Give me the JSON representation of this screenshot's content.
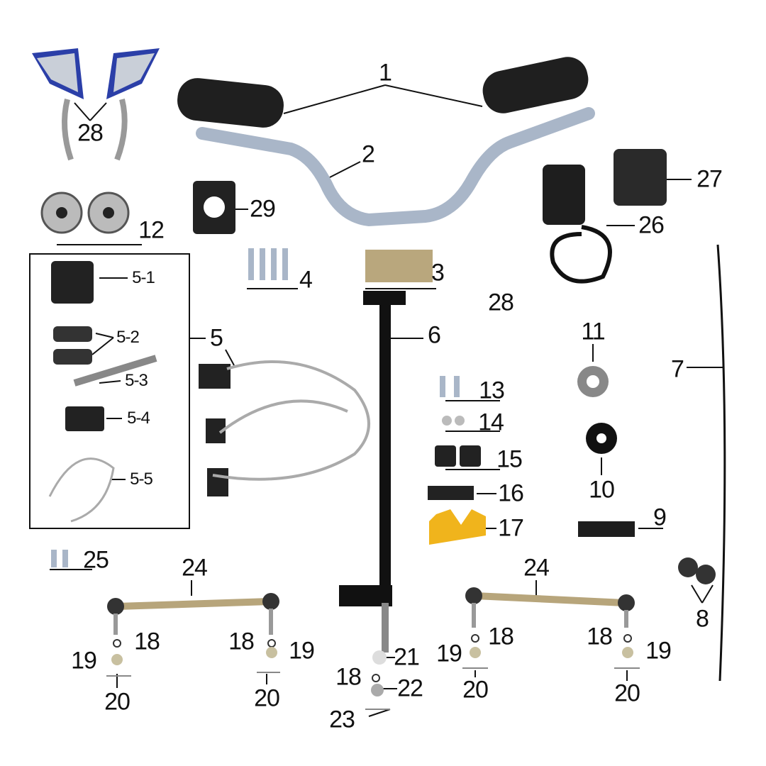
{
  "labels": [
    "1",
    "28",
    "2",
    "29",
    "27",
    "26",
    "12",
    "4",
    "3",
    "28",
    "5-1",
    "5",
    "6",
    "11",
    "7",
    "5-2",
    "5-3",
    "13",
    "14",
    "5-4",
    "15",
    "10",
    "5-5",
    "16",
    "9",
    "17",
    "25",
    "24",
    "24",
    "8",
    "18",
    "18",
    "18",
    "18",
    "19",
    "19",
    "19",
    "19",
    "21",
    "18",
    "22",
    "20",
    "20",
    "20",
    "20",
    "23"
  ],
  "colors": {
    "bar": "#a9b6c8",
    "black": "#1a1a1a",
    "yellow": "#f0b41c",
    "mirror_blue": "#2b3fa8"
  }
}
